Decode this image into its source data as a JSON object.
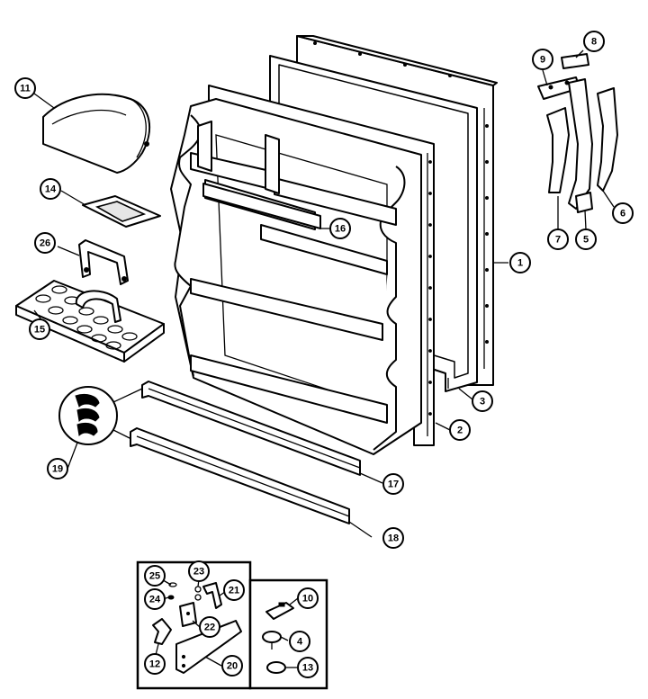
{
  "colors": {
    "ink": "#000000",
    "paper": "#ffffff"
  },
  "callouts": [
    {
      "id": "c1",
      "label": "1"
    },
    {
      "id": "c2",
      "label": "2"
    },
    {
      "id": "c3",
      "label": "3"
    },
    {
      "id": "c4",
      "label": "4"
    },
    {
      "id": "c5",
      "label": "5"
    },
    {
      "id": "c6",
      "label": "6"
    },
    {
      "id": "c7",
      "label": "7"
    },
    {
      "id": "c8",
      "label": "8"
    },
    {
      "id": "c9",
      "label": "9"
    },
    {
      "id": "c10",
      "label": "10"
    },
    {
      "id": "c11",
      "label": "11"
    },
    {
      "id": "c12",
      "label": "12"
    },
    {
      "id": "c13",
      "label": "13"
    },
    {
      "id": "c14",
      "label": "14"
    },
    {
      "id": "c15",
      "label": "15"
    },
    {
      "id": "c16",
      "label": "16"
    },
    {
      "id": "c17",
      "label": "17"
    },
    {
      "id": "c18",
      "label": "18"
    },
    {
      "id": "c19",
      "label": "19"
    },
    {
      "id": "c20",
      "label": "20"
    },
    {
      "id": "c21",
      "label": "21"
    },
    {
      "id": "c22",
      "label": "22"
    },
    {
      "id": "c23",
      "label": "23"
    },
    {
      "id": "c24",
      "label": "24"
    },
    {
      "id": "c25",
      "label": "25"
    },
    {
      "id": "c26",
      "label": "26"
    }
  ]
}
